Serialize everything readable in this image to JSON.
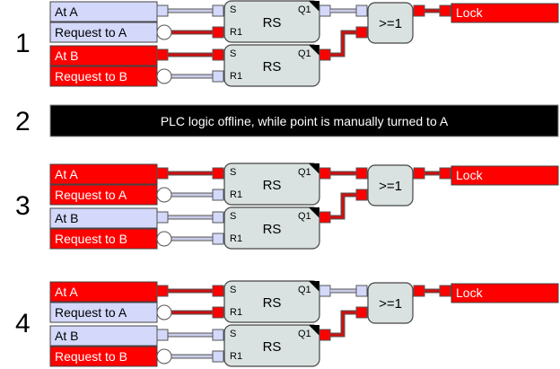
{
  "colors": {
    "active": "#ff0000",
    "inactive": "#d4d9fb",
    "block_fill": "#d9e2e0",
    "wire_active": "#cc1010",
    "wire_inactive": "#c8cce8",
    "banner": "#000000"
  },
  "banner": {
    "label": "2",
    "text": "PLC logic offline, while point is manually turned to A"
  },
  "blocks": {
    "rs_label": "RS",
    "or_label": ">=1",
    "pin_s": "S",
    "pin_r1": "R1",
    "pin_q1": "Q1"
  },
  "scenarios": [
    {
      "label": "1",
      "inputs": [
        {
          "name": "At A",
          "active": false
        },
        {
          "name": "Request to A",
          "active": false,
          "negated": true
        },
        {
          "name": "At B",
          "active": true
        },
        {
          "name": "Request to B",
          "active": true,
          "negated": true
        }
      ],
      "rs1": {
        "s": false,
        "r1": true,
        "q1": false
      },
      "rs2": {
        "s": true,
        "r1": false,
        "q1": true
      },
      "or": {
        "in1": false,
        "in2": true,
        "out": true
      },
      "output": {
        "name": "Lock",
        "active": true
      }
    },
    {
      "label": "3",
      "inputs": [
        {
          "name": "At A",
          "active": true
        },
        {
          "name": "Request to A",
          "active": true,
          "negated": true
        },
        {
          "name": "At B",
          "active": false
        },
        {
          "name": "Request to B",
          "active": true,
          "negated": true
        }
      ],
      "rs1": {
        "s": true,
        "r1": false,
        "q1": true
      },
      "rs2": {
        "s": false,
        "r1": false,
        "q1": true
      },
      "or": {
        "in1": true,
        "in2": true,
        "out": true
      },
      "output": {
        "name": "Lock",
        "active": true
      }
    },
    {
      "label": "4",
      "inputs": [
        {
          "name": "At A",
          "active": true
        },
        {
          "name": "Request to A",
          "active": false,
          "negated": true
        },
        {
          "name": "At B",
          "active": false
        },
        {
          "name": "Request to B",
          "active": true,
          "negated": true
        }
      ],
      "rs1": {
        "s": true,
        "r1": true,
        "q1": false
      },
      "rs2": {
        "s": false,
        "r1": false,
        "q1": true
      },
      "or": {
        "in1": false,
        "in2": true,
        "out": true
      },
      "output": {
        "name": "Lock",
        "active": true
      }
    }
  ]
}
